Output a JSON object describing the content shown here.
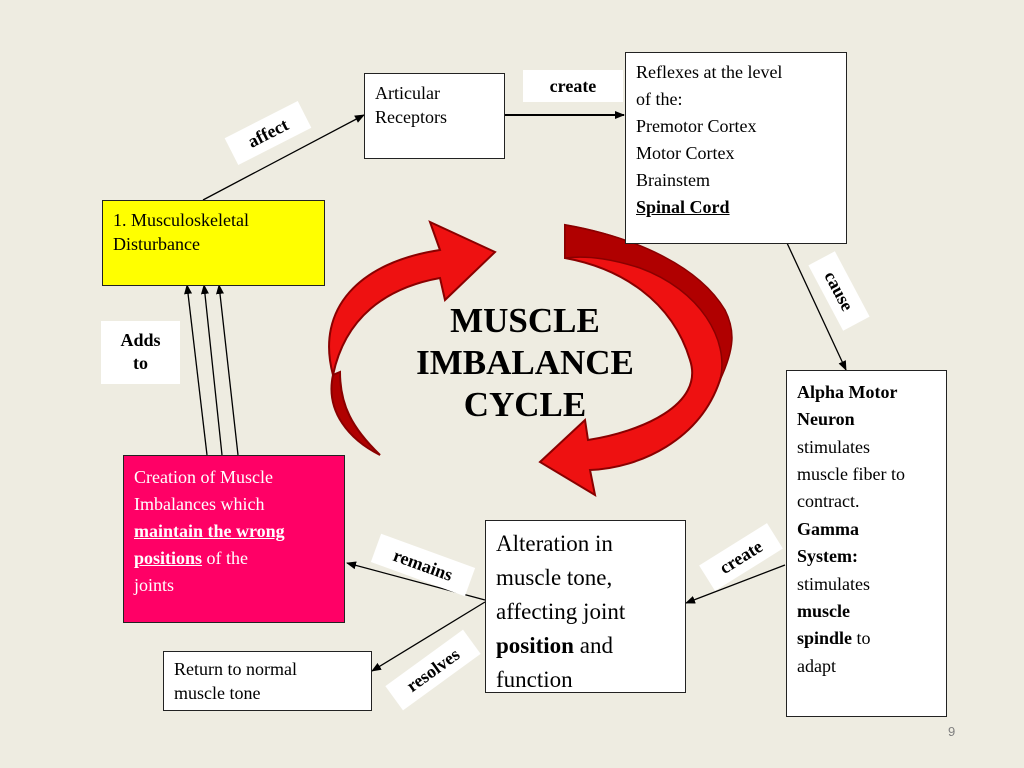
{
  "colors": {
    "background": "#eeece1",
    "yellow_box": "#ffff00",
    "pink_box": "#ff0066",
    "arrow_red": "#ee1111",
    "arrow_dark": "#a00000"
  },
  "title": {
    "line1": "MUSCLE",
    "line2": "IMBALANCE",
    "line3": "CYCLE"
  },
  "boxes": {
    "articular": {
      "line1": "Articular",
      "line2": "Receptors"
    },
    "reflexes": {
      "line1": "Reflexes at the level",
      "line2": "of the:",
      "line3": "Premotor Cortex",
      "line4": "Motor Cortex",
      "line5": "Brainstem",
      "line6": "Spinal Cord"
    },
    "musculoskeletal": {
      "line1": "1. Musculoskeletal",
      "line2": "Disturbance"
    },
    "creation": {
      "line1": "Creation of Muscle",
      "line2": "Imbalances which",
      "emph1": "maintain the wrong",
      "emph2": "positions",
      "rest2": " of the",
      "line5": "joints"
    },
    "alpha": {
      "bold1": "Alpha Motor",
      "bold2": "Neuron",
      "t1": "stimulates",
      "t2": "muscle fiber to",
      "t3": "contract.",
      "bold3": "Gamma",
      "bold4": "System:",
      "t4": "stimulates",
      "bold5": "muscle",
      "bold6": "spindle",
      "t5": " to",
      "t6": "adapt"
    },
    "alteration": {
      "line1": "Alteration in",
      "line2": "muscle tone,",
      "line3": "affecting joint",
      "bold": "position",
      "rest4": " and",
      "line5": "function"
    },
    "return": {
      "line1": "Return to normal",
      "line2": "muscle tone"
    }
  },
  "labels": {
    "create_top": "create",
    "affect": "affect",
    "cause": "cause",
    "adds1": "Adds",
    "adds2": "to",
    "remains": "remains",
    "create_bottom": "create",
    "resolves": "resolves"
  },
  "page_number": "9"
}
